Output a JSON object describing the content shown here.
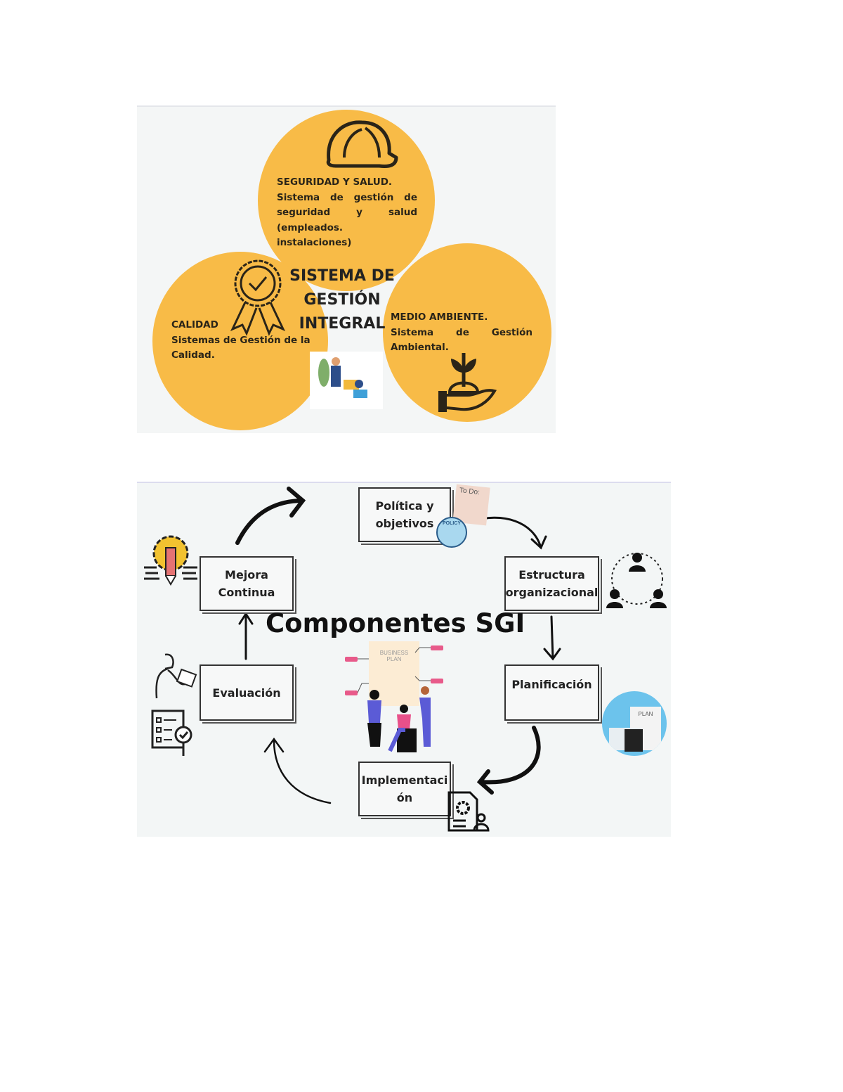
{
  "figure1": {
    "title_lines": [
      "SISTEMA DE",
      "GESTIÓN",
      "INTEGRAL"
    ],
    "seguridad": {
      "heading": "SEGURIDAD Y SALUD.",
      "lines": [
        "Sistema de gestión de",
        "seguridad y salud",
        "(empleados.",
        "instalaciones)"
      ],
      "icon": "hard-hat-icon"
    },
    "calidad": {
      "heading": "CALIDAD",
      "lines": [
        "Sistemas de Gestión de la",
        "Calidad."
      ],
      "icon": "award-ribbon-icon"
    },
    "medio_ambiente": {
      "heading": "MEDIO AMBIENTE.",
      "lines": [
        "Sistema de Gestión",
        "Ambiental."
      ],
      "icon": "plant-in-hand-icon"
    },
    "circle_color": "#f8bb47"
  },
  "figure2": {
    "title": "Componentes SGI",
    "boxes": {
      "politica": [
        "Política y",
        "objetivos"
      ],
      "estructura": [
        "Estructura",
        "organizacional"
      ],
      "planificacion": [
        "Planificación"
      ],
      "implementacion": [
        "Implementaci",
        "ón"
      ],
      "evaluacion": [
        "Evaluación"
      ],
      "mejora": [
        "Mejora",
        "Continua"
      ]
    },
    "todo_note": "To Do:",
    "policy_badge": "POLICY",
    "business_plan": [
      "BUSINESS",
      "PLAN"
    ],
    "plan_label": "PLAN"
  }
}
